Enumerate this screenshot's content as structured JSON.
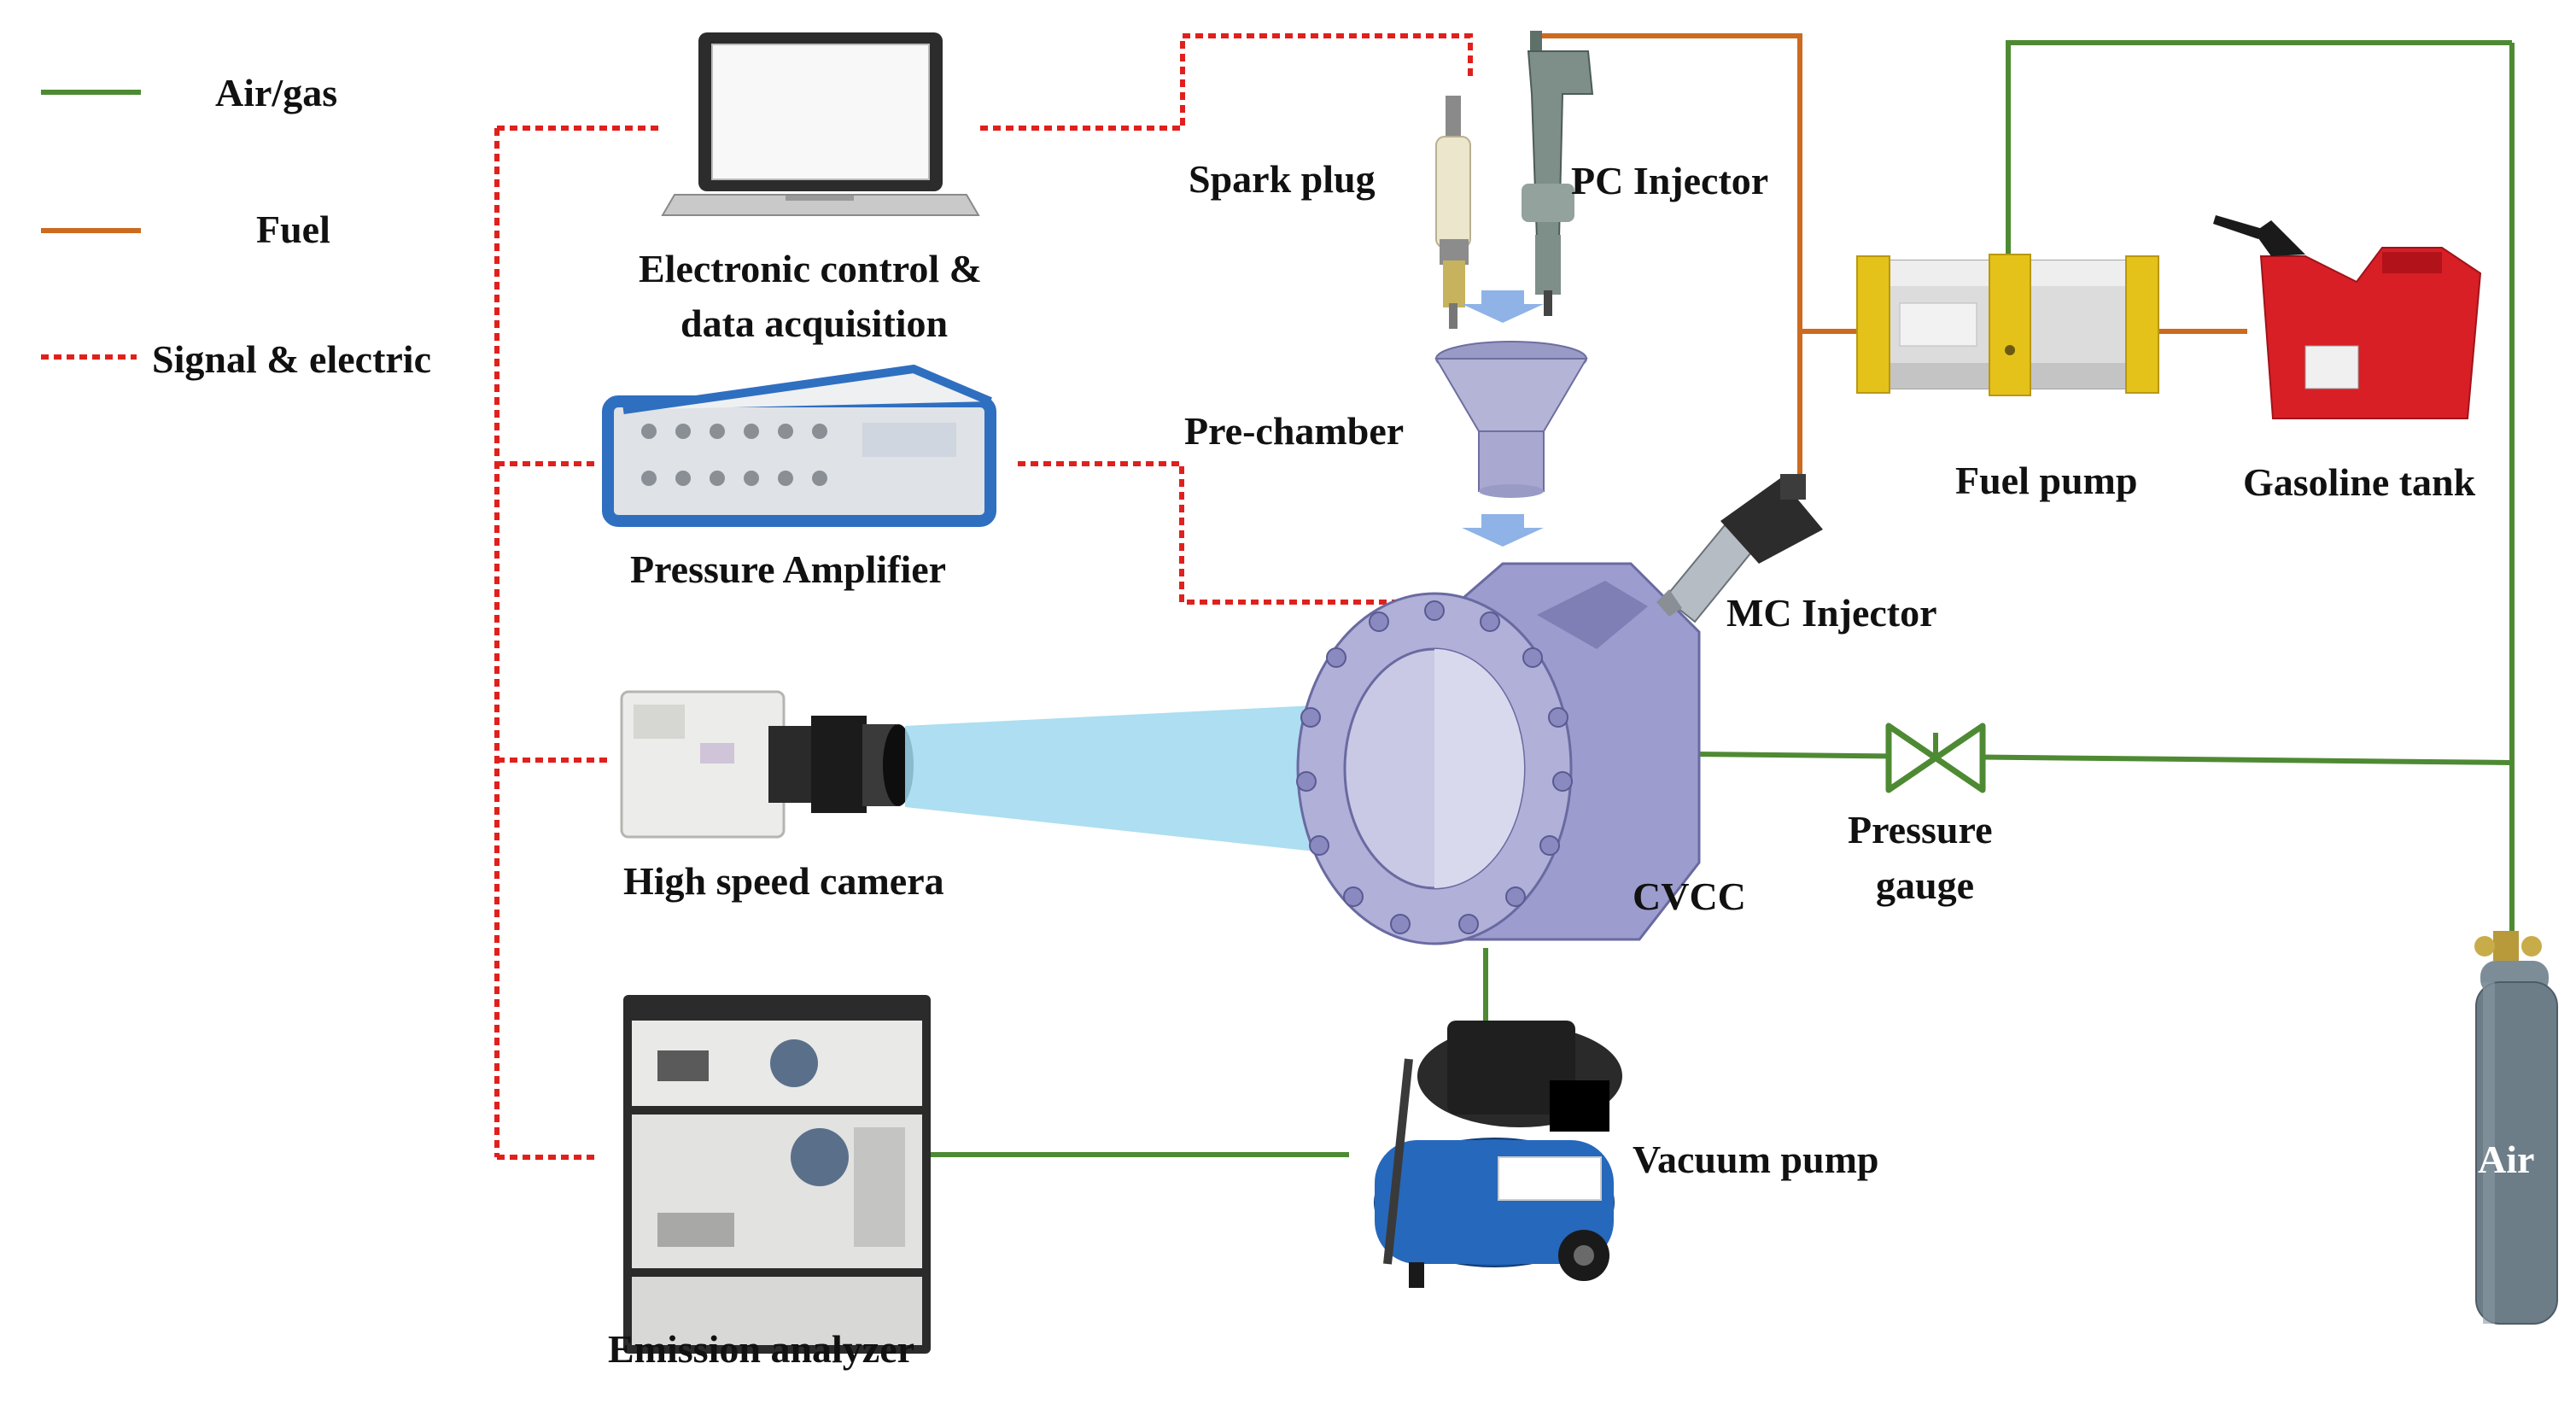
{
  "legend": {
    "air": "Air/gas",
    "fuel": "Fuel",
    "signal": "Signal & electric"
  },
  "labels": {
    "ecu_line1": "Electronic control &",
    "ecu_line2": "data acquisition",
    "pressure_amplifier": "Pressure Amplifier",
    "high_speed_camera": "High speed camera",
    "emission_analyzer": "Emission analyzer",
    "spark_plug": "Spark plug",
    "pc_injector": "PC Injector",
    "pre_chamber": "Pre-chamber",
    "mc_injector": "MC Injector",
    "cvcc": "CVCC",
    "pressure_gauge_line1": "Pressure",
    "pressure_gauge_line2": "gauge",
    "vacuum_pump": "Vacuum pump",
    "fuel_pump": "Fuel pump",
    "gasoline_tank": "Gasoline tank",
    "air": "Air"
  },
  "colors": {
    "air_line": "#4e8a33",
    "fuel_line": "#cc6a1f",
    "signal_line": "#e0201c",
    "chamber": "#b0b0d8",
    "chamber_dark": "#8a8ac0",
    "light_cone": "#9fd8ee",
    "amplifier_frame": "#2f6fc0",
    "fuel_pump_body": "#d8d8d8",
    "fuel_pump_cap": "#e5c21a",
    "gas_tank": "#d81f26",
    "vacuum_tank": "#1f5fb0",
    "air_cylinder": "#6c7d88",
    "arrow": "#8fb3e6"
  }
}
